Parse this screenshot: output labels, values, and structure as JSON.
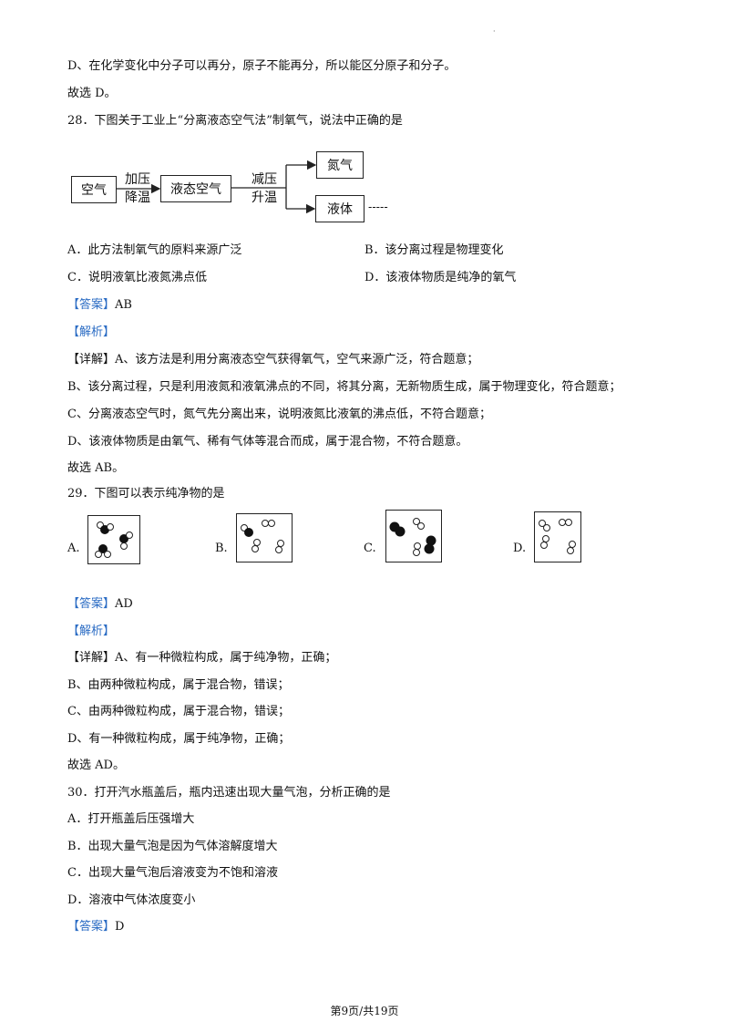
{
  "lines": {
    "l1": "D、在化学变化中分子可以再分，原子不能再分，所以能区分原子和分子。",
    "l2": "故选 D。",
    "q28": "28．下图关于工业上“分离液态空气法”制氧气，说法中正确的是",
    "q28_a": "A．此方法制氧气的原料来源广泛",
    "q28_b": "B．该分离过程是物理变化",
    "q28_c": "C．说明液氧比液氮沸点低",
    "q28_d": "D．该液体物质是纯净的氧气",
    "ans28_tag": "【答案】",
    "ans28": "AB",
    "exp28_tag": "【解析】",
    "det28_tag": "【详解】",
    "det28_a": "A、该方法是利用分离液态空气获得氧气，空气来源广泛，符合题意；",
    "det28_b": "B、该分离过程，只是利用液氮和液氧沸点的不同，将其分离，无新物质生成，属于物理变化，符合题意；",
    "det28_c": "C、分离液态空气时，氮气先分离出来，说明液氮比液氧的沸点低，不符合题意；",
    "det28_d": "D、该液体物质是由氧气、稀有气体等混合而成，属于混合物，不符合题意。",
    "sel28": "故选 AB。",
    "q29": "29．下图可以表示纯净物的是",
    "opt29_a": "A.",
    "opt29_b": "B.",
    "opt29_c": "C.",
    "opt29_d": "D.",
    "ans29_tag": "【答案】",
    "ans29": "AD",
    "exp29_tag": "【解析】",
    "det29_tag": "【详解】",
    "det29_a": "A、有一种微粒构成，属于纯净物，正确；",
    "det29_b": "B、由两种微粒构成，属于混合物，错误；",
    "det29_c": "C、由两种微粒构成，属于混合物，错误；",
    "det29_d": "D、有一种微粒构成，属于纯净物，正确；",
    "sel29": "故选 AD。",
    "q30": "30．打开汽水瓶盖后，瓶内迅速出现大量气泡，分析正确的是",
    "q30_a": "A．打开瓶盖后压强增大",
    "q30_b": "B．出现大量气泡是因为气体溶解度增大",
    "q30_c": "C．出现大量气泡后溶液变为不饱和溶液",
    "q30_d": "D．溶液中气体浓度变小",
    "ans30_tag": "【答案】",
    "ans30": "D"
  },
  "diagram": {
    "air": "空气",
    "step1_top": "加压",
    "step1_bottom": "降温",
    "liquid_air": "液态空气",
    "step2_top": "减压",
    "step2_bottom": "升温",
    "nitrogen": "氮气",
    "liquid": "液体",
    "dashes": "-----"
  },
  "footer": {
    "page": "第9页/共19页"
  },
  "colors": {
    "tag": "#2b6cc4"
  }
}
